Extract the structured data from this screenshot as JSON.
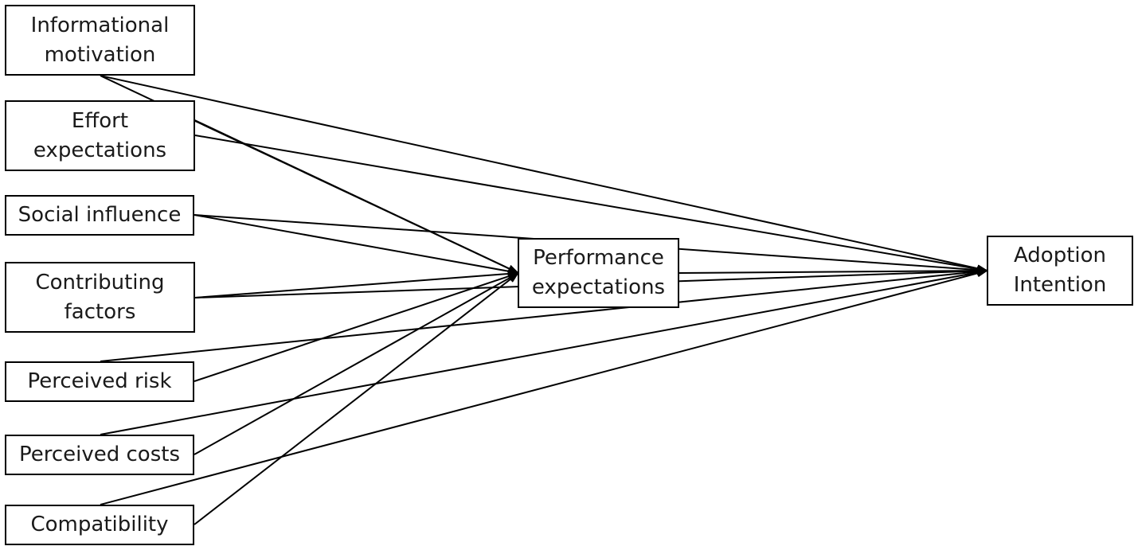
{
  "diagram": {
    "type": "path-model",
    "nodes": {
      "informational_motivation": {
        "line1": "Informational",
        "line2": "motivation"
      },
      "effort_expectations": {
        "line1": "Effort",
        "line2": "expectations"
      },
      "social_influence": {
        "label": "Social influence"
      },
      "contributing_factors": {
        "line1": "Contributing",
        "line2": "factors"
      },
      "perceived_risk": {
        "label": "Perceived risk"
      },
      "perceived_costs": {
        "label": "Perceived costs"
      },
      "compatibility": {
        "label": "Compatibility"
      },
      "performance_expectations": {
        "line1": "Performance",
        "line2": "expectations"
      },
      "adoption_intention": {
        "line1": "Adoption",
        "line2": "Intention"
      }
    },
    "edges": [
      {
        "from": "informational_motivation",
        "to": "performance_expectations"
      },
      {
        "from": "informational_motivation",
        "to": "adoption_intention"
      },
      {
        "from": "effort_expectations",
        "to": "performance_expectations"
      },
      {
        "from": "effort_expectations",
        "to": "adoption_intention"
      },
      {
        "from": "social_influence",
        "to": "performance_expectations"
      },
      {
        "from": "social_influence",
        "to": "adoption_intention"
      },
      {
        "from": "contributing_factors",
        "to": "performance_expectations"
      },
      {
        "from": "contributing_factors",
        "to": "adoption_intention"
      },
      {
        "from": "perceived_risk",
        "to": "performance_expectations"
      },
      {
        "from": "perceived_risk",
        "to": "adoption_intention"
      },
      {
        "from": "perceived_costs",
        "to": "performance_expectations"
      },
      {
        "from": "perceived_costs",
        "to": "adoption_intention"
      },
      {
        "from": "compatibility",
        "to": "performance_expectations"
      },
      {
        "from": "compatibility",
        "to": "adoption_intention"
      },
      {
        "from": "performance_expectations",
        "to": "adoption_intention"
      }
    ],
    "colors": {
      "line": "#000000",
      "box_border": "#000000",
      "text": "#1a1a1a",
      "background": "#ffffff"
    }
  }
}
